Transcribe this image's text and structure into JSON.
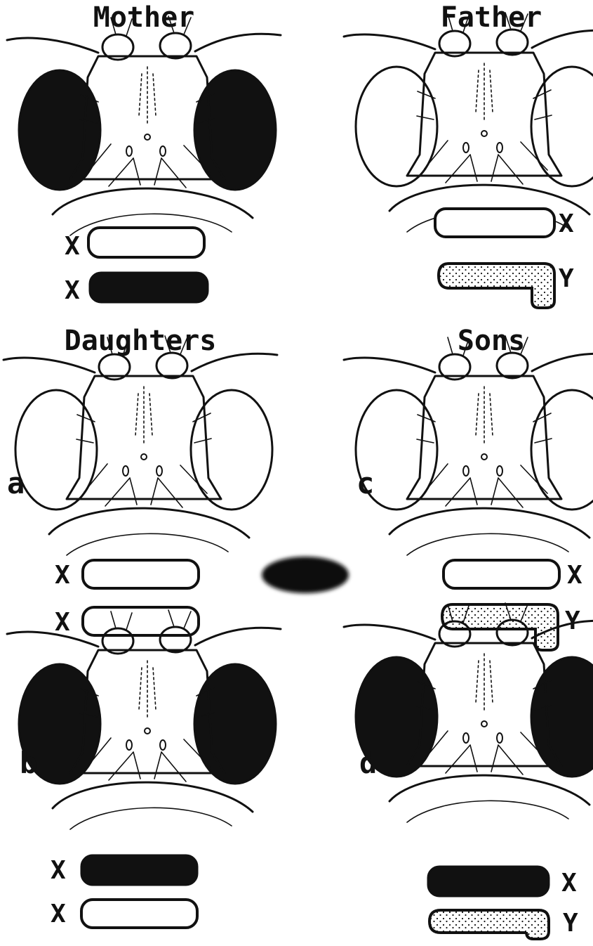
{
  "headings": {
    "mother": "Mother",
    "father": "Father",
    "daughters": "Daughters",
    "sons": "Sons"
  },
  "panel_letters": {
    "a": "a",
    "b": "b",
    "c": "c",
    "d": "d"
  },
  "chromosome_labels": {
    "x": "X",
    "y": "Y"
  },
  "flies": {
    "mother": {
      "eye": "dark"
    },
    "father": {
      "eye": "white"
    },
    "daughter_a": {
      "eye": "white",
      "chromosomes": [
        "X-white",
        "X-white"
      ]
    },
    "daughter_b": {
      "eye": "dark",
      "chromosomes": [
        "X-dark",
        "X-white"
      ]
    },
    "son_c": {
      "eye": "white",
      "chromosomes": [
        "X-white",
        "Y"
      ]
    },
    "son_d": {
      "eye": "dark",
      "chromosomes": [
        "X-dark",
        "Y"
      ]
    }
  },
  "colors": {
    "ink": "#111111",
    "paper": "#ffffff"
  },
  "icons": {
    "fly_head": "fly-head-icon",
    "x_chromosome": "x-chromosome-icon",
    "y_chromosome": "y-chromosome-icon",
    "dark_chromosome_blob": "dark-chromosome-icon"
  }
}
